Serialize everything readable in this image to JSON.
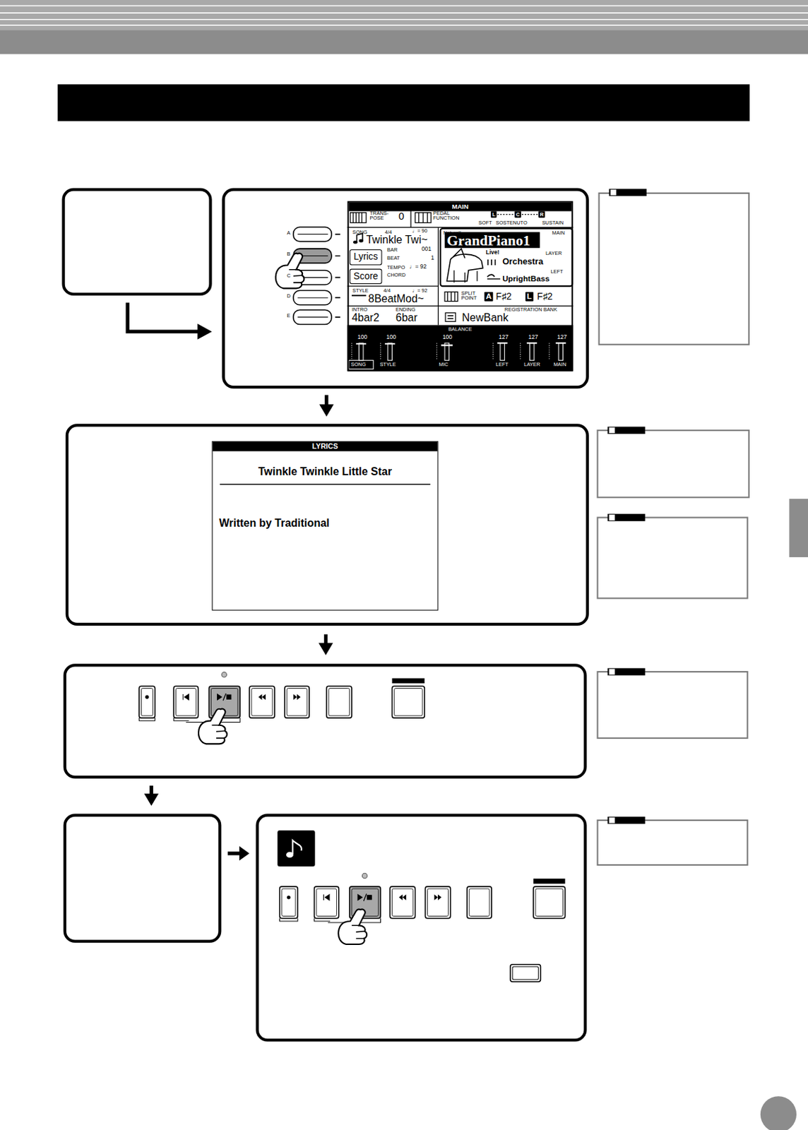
{
  "diagram": {
    "nodes": [
      {
        "text": [
          "MAIN"
        ]
      },
      {
        "text": [
          "Lyrics"
        ],
        "in": 0
      },
      {
        "text": [
          "Score"
        ],
        "in": 0
      },
      {
        "text": [
          "GrandPiano1"
        ],
        "in": 0
      },
      {
        "text": [
          "LYRICS",
          "Twinkle Twinkle Little Star",
          "Written by Traditional"
        ]
      }
    ],
    "labels": [
      "A",
      "B",
      "C",
      "D",
      "E",
      "TRANS- POSE",
      "0",
      "PEDAL FUNCTION",
      "L",
      "C",
      "R",
      "SOFT",
      "SOSTENUTO",
      "SUSTAIN",
      "SONG",
      "4/4",
      "♩= 90",
      "Twinkle Twi~",
      "BAR",
      "001",
      "BEAT",
      "1",
      "TEMPO",
      "♩= 92",
      "CHORD",
      "Natural!",
      "MAIN",
      "Live!",
      "LAYER",
      "Orchestra",
      "LEFT",
      "UprightBass",
      "STYLE",
      "4/4",
      "♩= 92",
      "8BeatMod~",
      "SPLIT POINT",
      "A",
      "F♯2",
      "L",
      "F♯2",
      "INTRO",
      "ENDING",
      "REGISTRATION BANK",
      "4bar2",
      "6bar",
      "NewBank",
      "BALANCE",
      "100",
      "100",
      "100",
      "127",
      "127",
      "127",
      "SONG",
      "STYLE",
      "MIC",
      "LEFT",
      "LAYER",
      "MAIN"
    ]
  }
}
